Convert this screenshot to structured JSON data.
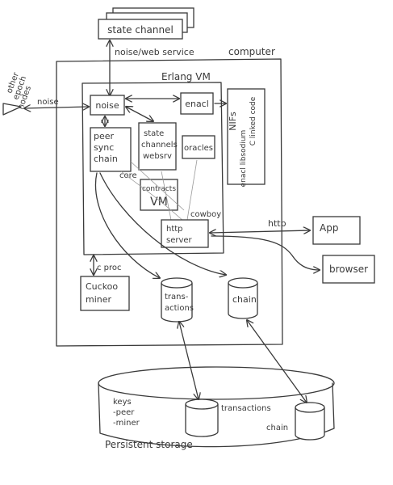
{
  "labels": {
    "state_channel": "state channel",
    "noise_web_service": "noise/web service",
    "computer": "computer",
    "erlang_vm": "Erlang VM",
    "other_epoch_nodes": [
      "other",
      "epoch",
      "nodes"
    ],
    "noise_edge": "noise",
    "noise": "noise",
    "enacl": "enacl",
    "nifs": "NIFs",
    "c_linked_code": "C linked code",
    "enacl_libsodium": "enacl libsodium",
    "peer_sync_chain": [
      "peer",
      "sync",
      "chain"
    ],
    "core": "core",
    "state_channels_websrv": [
      "state",
      "channels",
      "websrv"
    ],
    "oracles": "oracles",
    "contracts": "contracts",
    "vm": "VM",
    "cowboy": "cowboy",
    "http_server": [
      "http",
      "server"
    ],
    "http": "http",
    "app": "App",
    "browser": "browser",
    "c_proc": "c proc",
    "cuckoo_miner": [
      "Cuckoo",
      "miner"
    ],
    "transactions_mem": [
      "trans-",
      "actions"
    ],
    "chain_mem": "chain",
    "keys": [
      "keys",
      "-peer",
      "-miner"
    ],
    "transactions_disk": "transactions",
    "chain_disk": "chain",
    "persistent_storage": "Persistent storage"
  }
}
